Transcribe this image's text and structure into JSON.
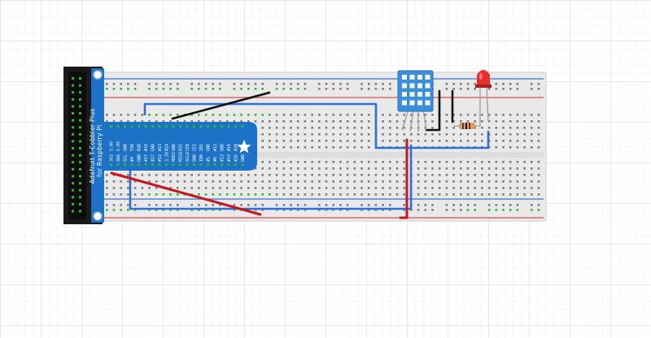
{
  "canvas": {
    "background": "#ffffff",
    "grid_color": "#dfe6ee",
    "grid_major_color": "#c9d3de"
  },
  "breadboard": {
    "body_color": "#e9e9e9",
    "rail_red": "#d94b4b",
    "rail_blue": "#3b6fd1",
    "hole_color": "#7d7d7d",
    "hole_active_color": "#2fb52f"
  },
  "cobbler": {
    "board_color": "#1c72c6",
    "title_line1": "Adafruit T-Cobbler Plus",
    "title_line2": "for Raspberry Pi",
    "left_pins": [
      "3V3",
      "SDA",
      "SCL",
      "#4",
      "GND",
      "#17",
      "#27",
      "#22",
      "3.3V",
      "MOSI",
      "MISO",
      "SCLK",
      "GND",
      "ID0",
      "#5",
      "#6",
      "#13",
      "#19",
      "#26",
      "GND"
    ],
    "right_pins": [
      "5.0V",
      "5.0V",
      "GND",
      "TXD",
      "RXD",
      "#18",
      "GND",
      "#23",
      "#24",
      "GND",
      "#25",
      "CE0",
      "CE1",
      "ID1",
      "GND",
      "#12",
      "GND",
      "#16",
      "#20",
      "#21"
    ]
  },
  "ribbon_header": {
    "body_color": "#1a1a1a",
    "pin_color": "#2fb52f"
  },
  "components": {
    "sensor": {
      "name": "dht-sensor",
      "color": "#3a8fd9",
      "grid_color": "#ffffff"
    },
    "resistor": {
      "name": "resistor",
      "body_color": "#c9a36a"
    },
    "led": {
      "name": "red-led",
      "color": "#e62e2e"
    }
  },
  "wires": {
    "black": "#111111",
    "red": "#c4161c",
    "blue": "#2f6fd6"
  }
}
